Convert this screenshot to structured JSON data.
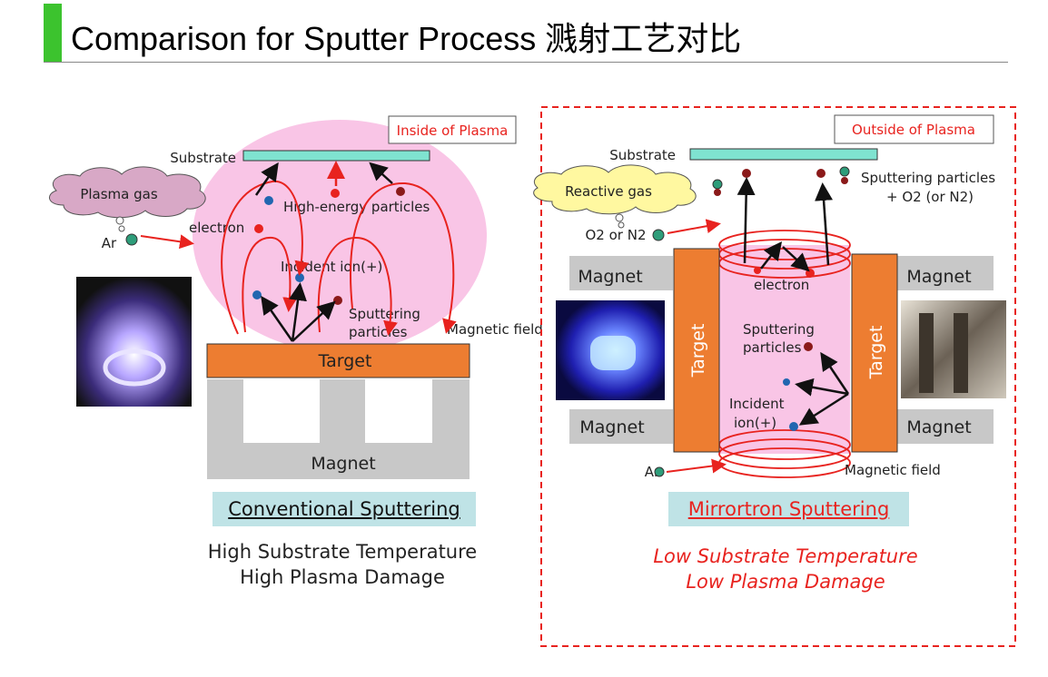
{
  "header": {
    "title": "Comparison for Sputter Process 溅射工艺对比"
  },
  "left": {
    "inside_plasma": "Inside of Plasma",
    "substrate": "Substrate",
    "plasma_gas": "Plasma gas",
    "ar": "Ar",
    "electron": "electron",
    "high_energy": "High-energy particles",
    "incident_ion": "Incident ion(+)",
    "sputtering_1": "Sputtering",
    "sputtering_2": "particles",
    "magnetic_field": "Magnetic field",
    "target": "Target",
    "magnet": "Magnet",
    "caption": "Conventional Sputtering",
    "desc_1": "High Substrate Temperature",
    "desc_2": "High Plasma Damage"
  },
  "right": {
    "outside_plasma": "Outside of Plasma",
    "substrate": "Substrate",
    "reactive_gas": "Reactive gas",
    "o2n2": "O2 or N2",
    "sp_particles_1": "Sputtering particles",
    "sp_particles_2": "+ O2 (or N2)",
    "magnet": "Magnet",
    "target": "Target",
    "electron": "electron",
    "sputtering_1": "Sputtering",
    "sputtering_2": "particles",
    "incident_1": "Incident",
    "incident_2": "ion(+)",
    "ar": "Ar",
    "magnetic_field": "Magnetic field",
    "caption": "Mirrortron Sputtering",
    "desc_1": "Low Substrate Temperature",
    "desc_2": "Low Plasma Damage"
  },
  "colors": {
    "accent_green": "#3cc32e",
    "plasma_pink": "#f9c5e6",
    "target_orange": "#ed7d31",
    "substrate_teal": "#7fe3d0",
    "magnet_gray": "#c8c8c8",
    "red": "#e8231f",
    "caption_bg": "#bfe3e6"
  }
}
